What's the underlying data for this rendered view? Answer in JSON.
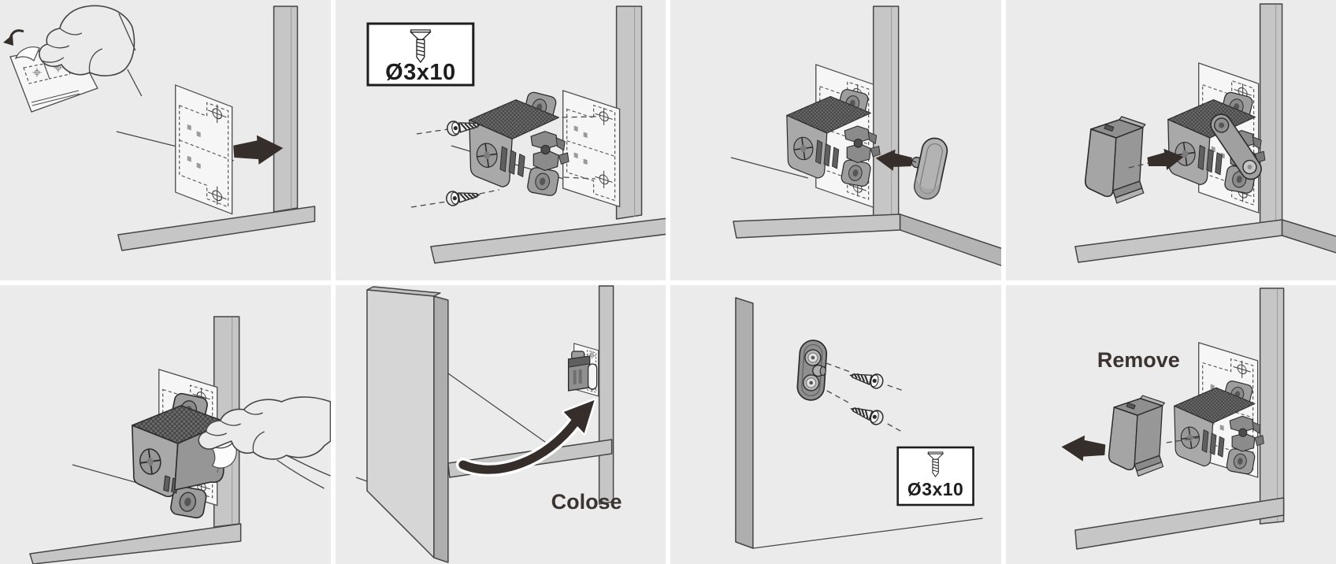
{
  "page": {
    "background": "#ffffff",
    "panel_background": "#ebebeb",
    "grid": {
      "columns": 4,
      "rows": 2
    }
  },
  "colors": {
    "line_art_outline": "#454545",
    "device_outline": "#2b2b2b",
    "wood_gray": "#c6c6c6",
    "wood_edge_gray": "#aeaeae",
    "device_gray": "#a6a6a6",
    "device_dark_gray": "#6e6e6e",
    "arrow_black": "#352e2a",
    "label_text": "#3a3330",
    "spec_box_border": "#1d1d1d",
    "template_white": "#f6f6f6"
  },
  "steps": [
    {
      "id": "peel-drilling-template",
      "icons": [
        "hand-peeling-icon",
        "drilling-template",
        "arrow-right-icon"
      ],
      "labels": {}
    },
    {
      "id": "screw-latch-to-panel",
      "icons": [
        "screw-icon",
        "latch",
        "drilling-template"
      ],
      "labels": {
        "screw_spec": "Ø3x10"
      }
    },
    {
      "id": "insert-striker-knob",
      "icons": [
        "striker-knob",
        "arrow-left-icon"
      ],
      "labels": {}
    },
    {
      "id": "attach-cover-cap",
      "icons": [
        "cover-cap",
        "arrow-right-icon"
      ],
      "labels": {}
    },
    {
      "id": "tear-off-template",
      "icons": [
        "hand-pulling-icon",
        "latch-with-cover"
      ],
      "labels": {}
    },
    {
      "id": "close-door",
      "icons": [
        "curved-arrow-icon"
      ],
      "labels": {
        "caption": "Colose"
      }
    },
    {
      "id": "screw-strike-plate-to-door",
      "icons": [
        "strike-plate",
        "screw-icon"
      ],
      "labels": {
        "screw_spec": "Ø3x10"
      }
    },
    {
      "id": "remove-cover-cap",
      "icons": [
        "cover-cap",
        "arrow-left-icon"
      ],
      "labels": {
        "caption": "Remove"
      }
    }
  ]
}
